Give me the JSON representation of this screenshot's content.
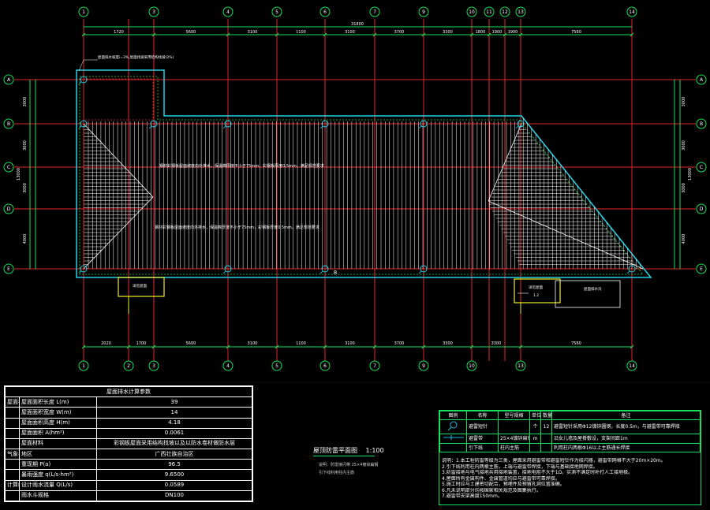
{
  "drawing": {
    "top_axes": [
      "1",
      "3",
      "4",
      "5",
      "6",
      "7",
      "9",
      "10",
      "11",
      "12",
      "13",
      "14"
    ],
    "bottom_axes": [
      "1",
      "2",
      "3",
      "4",
      "5",
      "6",
      "7",
      "9",
      "10",
      "13",
      "14"
    ],
    "row_axes": [
      "A",
      "B",
      "C",
      "D",
      "E"
    ],
    "top_overall_dim": "31800",
    "top_dims": [
      "1720",
      "5600",
      "3100",
      "1100",
      "3100",
      "3700",
      "3300",
      "1800",
      "1900",
      "1900",
      "7560"
    ],
    "bottom_dims": [
      "2020",
      "1700",
      "5600",
      "3100",
      "1100",
      "3100",
      "3700",
      "3300",
      "3300",
      "7560"
    ],
    "left_dims": [
      "3000",
      "3000",
      "3000",
      "4000"
    ],
    "left_overall_dim": "13000",
    "right_dims": [
      "3000",
      "3000",
      "3000",
      "4000"
    ],
    "right_overall_dim": "13000",
    "annotation_1": "钢材彩钢板屋面坡度向外排水，保温棉厚度不小于75mm，彩钢板厚度0.5mm，满足规范要求",
    "annotation_2": "钢材彩钢板屋面坡度向外排水，保温棉厚度不小于75mm，彩钢板厚度0.5mm，满足规范要求",
    "corner_note": "屋面排水坡度i=3%,屋面找坡采用结构找坡(2%)",
    "box_left_label": "详见屋面",
    "box_right_label_1": "详见屋面",
    "box_right_label_2": "1.2",
    "box_right_label_3": "屋面排水沟",
    "circle_mark": "8"
  },
  "calc_table": {
    "title": "屋面排水计算参数",
    "rows": [
      {
        "group": "屋面参数",
        "label": "屋面面积长度 L(m)",
        "value": "39"
      },
      {
        "group": "",
        "label": "屋面面积宽度 W(m)",
        "value": "14"
      },
      {
        "group": "",
        "label": "屋面面积高度 H(m)",
        "value": "4.18"
      },
      {
        "group": "",
        "label": "屋面面积 A(hm²)",
        "value": "0.0061"
      },
      {
        "group": "",
        "label": "屋面材料",
        "value": "彩钢板屋面采用结构找坡以及以防水卷材做防水层"
      },
      {
        "group": "气象参数",
        "label": "地区",
        "value": "广西壮族自治区"
      },
      {
        "group": "",
        "label": "重现期 P(a)",
        "value": "96.5"
      },
      {
        "group": "",
        "label": "暴雨强度 q(L/s·hm²)",
        "value": "9.6500"
      },
      {
        "group": "计算结果",
        "label": "设计雨水流量 Q(L/s)",
        "value": "0.0589"
      },
      {
        "group": "",
        "label": "雨水斗规格",
        "value": "DN100"
      }
    ]
  },
  "middle": {
    "title": "屋顶防雷平面图",
    "scale": "1:100",
    "sub1": "说明：防雷接闪带 25×4镀锌扁钢",
    "sub2": "引下线利用柱内主筋"
  },
  "legend": {
    "headers": [
      "图例",
      "名称",
      "型号规格",
      "单位",
      "数量",
      "备注"
    ],
    "rows": [
      {
        "name": "避雷短针",
        "spec": "",
        "unit": "个",
        "qty": "12",
        "note": "避雷短针采用Φ12镀锌圆钢，长度0.5m，与避雷带可靠焊接"
      },
      {
        "name": "避雷带",
        "spec": "25×4镀锌扁钢",
        "unit": "m",
        "qty": "",
        "note": "沿女儿墙及屋脊敷设，支架间距1m"
      },
      {
        "name": "引下线",
        "spec": "柱内主筋",
        "unit": "",
        "qty": "",
        "note": "利用柱内两根Φ16以上主筋通长焊接"
      }
    ],
    "notes": [
      "说明：1.本工程防雷等级为三类，屋面采用避雷带和避雷短针作为接闪器，避雷带网格不大于20m×20m。",
      "2.引下线利用柱内两根主筋，上端与避雷带焊接，下端与基础接地网焊接。",
      "3.防雷接地与电气接地共用接地装置，接地电阻不大于1Ω，实测不满足时补打人工接地极。",
      "4.屋面所有金属构件、金属管道均应与避雷带可靠焊接。",
      "5.施工时应与土建密切配合，预埋件及预留孔洞位置准确。",
      "6.凡未说明部分均按国家相关规范及图集执行。",
      "7.避雷带支架高度150mm。"
    ]
  }
}
